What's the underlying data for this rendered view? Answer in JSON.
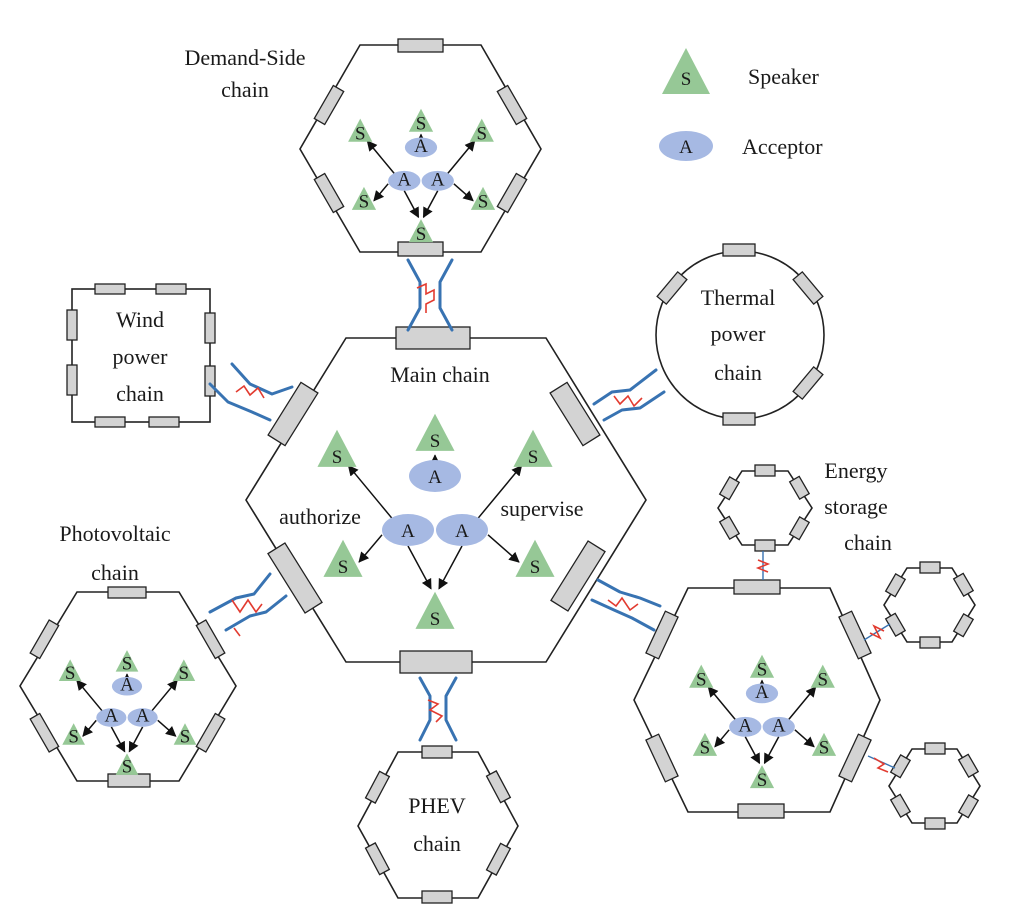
{
  "legend": {
    "speaker_symbol": "S",
    "speaker_label": "Speaker",
    "acceptor_symbol": "A",
    "acceptor_label": "Acceptor"
  },
  "chains": {
    "demand_side": [
      "Demand-Side",
      "chain"
    ],
    "wind": [
      "Wind",
      "power",
      "chain"
    ],
    "thermal": [
      "Thermal",
      "power",
      "chain"
    ],
    "main": "Main chain",
    "photovoltaic": [
      "Photovoltaic",
      "chain"
    ],
    "energy_storage": [
      "Energy",
      "storage",
      "chain"
    ],
    "phev": [
      "PHEV",
      "chain"
    ]
  },
  "relations": {
    "authorize": "authorize",
    "supervise": "supervise"
  },
  "colors": {
    "speaker": "#96c896",
    "acceptor": "#a6b9e3",
    "connector_blue": "#3873b2",
    "connector_red": "#e23b30",
    "port": "#d3d3d3"
  }
}
